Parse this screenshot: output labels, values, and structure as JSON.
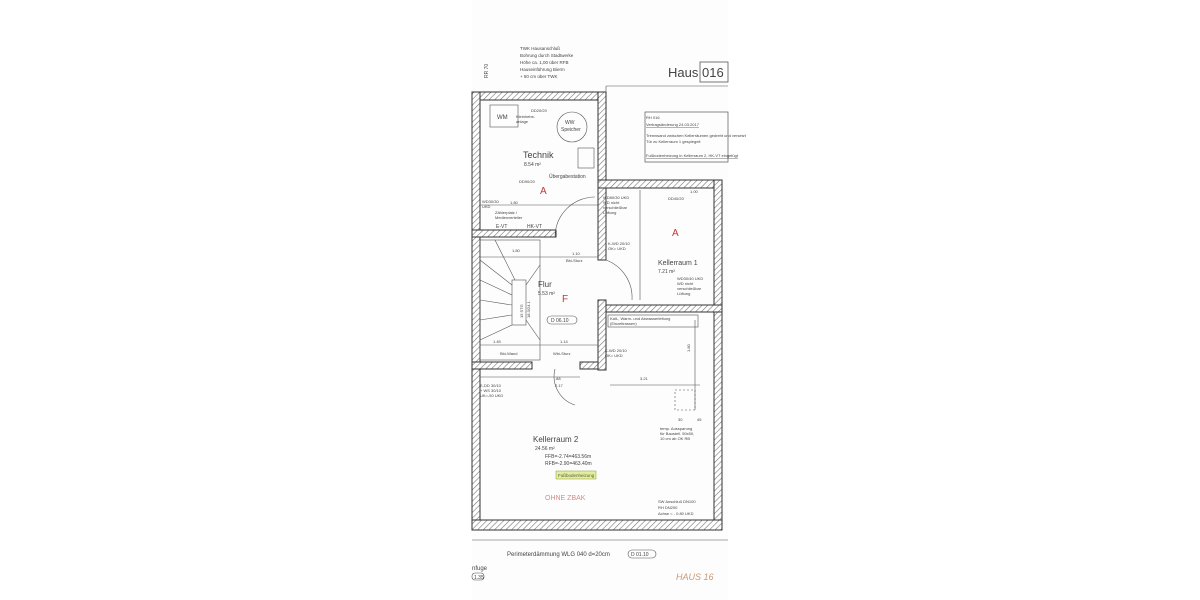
{
  "house": {
    "label": "Haus",
    "number": "016"
  },
  "connection_note": [
    "TWK Hausanschluß",
    "Bohrung durch Stadtwerke",
    "Höhe ca. 1,00 über RFB",
    "Hauseinführung Bierm",
    "+ 50 cm über TWK"
  ],
  "info_box": {
    "lines": [
      "RH 016",
      "Vertragsänderung 24.03.2017",
      "Trennwand zwischen Kellerräumen gedreht und versetzt",
      "Tür zu Kellerraum 1 gespiegelt",
      "Fußbodenheizung in Kellerraum 2, HK-VT eingefügt"
    ]
  },
  "rooms": {
    "technik": {
      "name": "Technik",
      "area": "8.54 m²",
      "wm": "WM",
      "speicher": [
        "WW",
        "Speicher"
      ],
      "station": "Übergabestation",
      "hebe": [
        "Kleinhebe-",
        "anlage"
      ],
      "dd": "DD20/20",
      "dd2": "DD90/20",
      "zaehler": [
        "Zählerplatz /",
        "Medienverteiler"
      ],
      "evt": "E-VT",
      "hkvt": "HK-VT",
      "wd": [
        "WD30/30",
        "UKD"
      ],
      "dim1": "1.80",
      "mark": "A"
    },
    "flur": {
      "name": "Flur",
      "area": "5.53 m²",
      "mark": "F",
      "stair": [
        "15 STG",
        "18.3/24.1"
      ],
      "code": "D 06.10",
      "bbw": "Bbi-Sturz",
      "bbw2": "Bbi-Wand",
      "dim1": "1.10",
      "dim2": "1.14",
      "dim3": "1.80",
      "dim4": "1.45",
      "wsturz": "Wbi-Sturz"
    },
    "keller1": {
      "name": "Kellerraum 1",
      "area": "7.21 m²",
      "mark": "A",
      "wd1": [
        "WD80/30 UKD",
        "WD nicht",
        "verschließbar",
        "Lüftung"
      ],
      "wd2": [
        "WD30/40 UKD",
        "WD nicht",
        "verschließbar",
        "Lüftung"
      ],
      "dd": "DD40/20",
      "kwd": [
        "K-WD 20/10",
        "OK= UKD"
      ],
      "dim": "1.00"
    },
    "keller2": {
      "name": "Kellerraum 2",
      "area": "24.56 m²",
      "ffb": "FFB=-2.74=463.56m",
      "rfb": "RFB=-2.90=463.40m",
      "heating": "Fußbodenheizung",
      "handwritten": "OHNE ZBAK",
      "leitung": [
        "Kalt-, Warm- und Abwasserleitung",
        "(Einzeltrassen)"
      ],
      "kwd": [
        "K-WD 20/10",
        "OK= UKD"
      ],
      "edd": [
        "E-DD 30/10",
        "+ WS 30/10",
        "UK=-50 UKD"
      ],
      "recess": [
        "temp. Aussparung",
        "für Baustell. 50x50,",
        "10 cm ab OK RB"
      ],
      "sw": [
        "SW Anschluß DN100",
        "RH DN200",
        "Achse = - 0.80 UKD"
      ],
      "dims": [
        "30",
        "45",
        "3.21",
        "1.80",
        "2.17",
        ".88"
      ]
    }
  },
  "footer": {
    "insulation": "Perimeterdämmung WLG 040 d=20cm",
    "code": "D 01.10",
    "left": "nfuge",
    "left_code": "1.35",
    "handwritten": "HAUS 16",
    "axis": "RR 70"
  }
}
